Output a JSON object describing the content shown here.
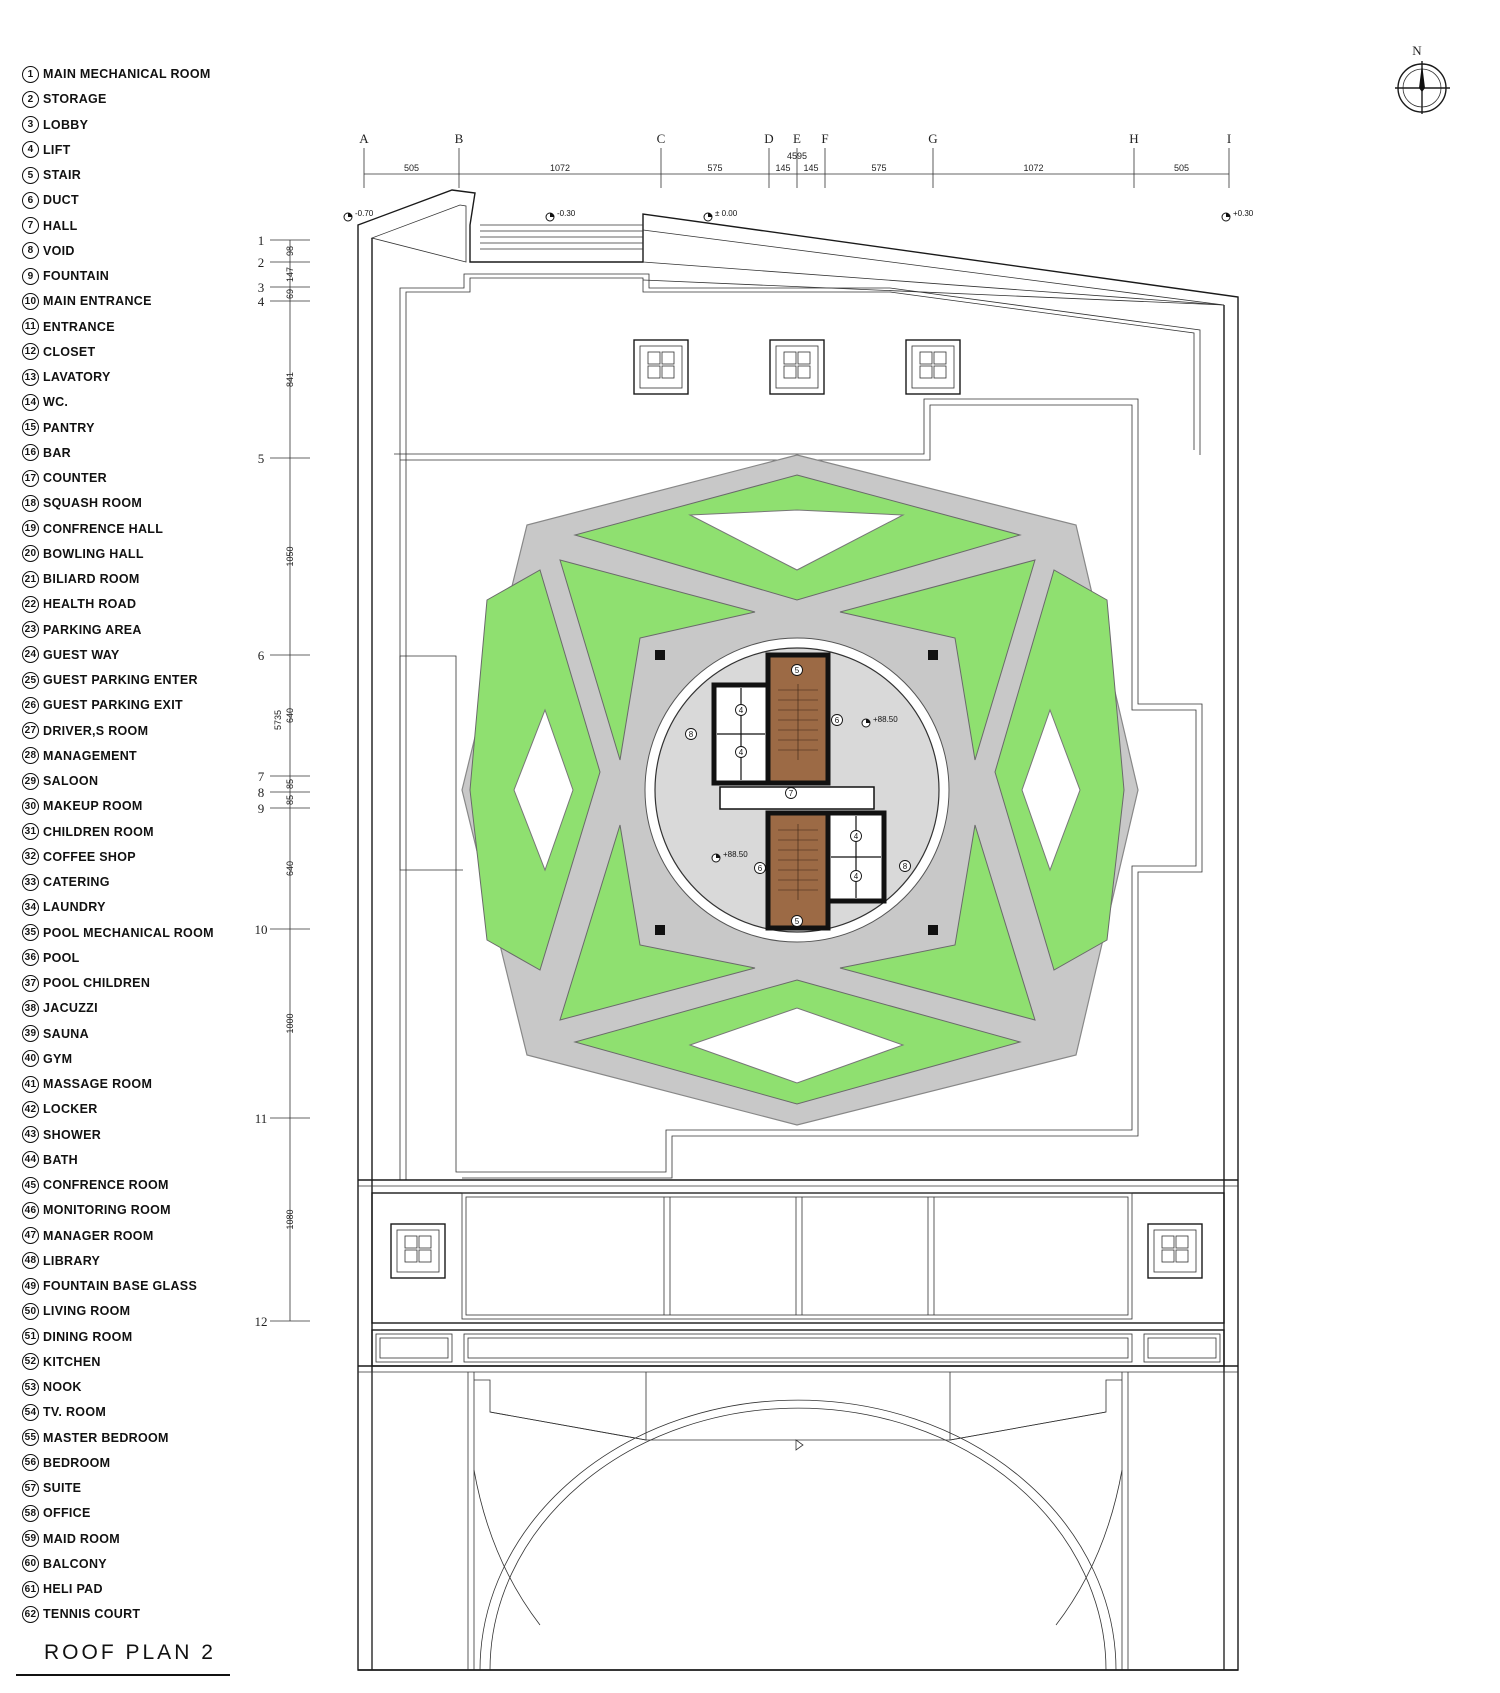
{
  "legend": [
    {
      "num": "1",
      "label": "MAIN MECHANICAL ROOM"
    },
    {
      "num": "2",
      "label": "STORAGE"
    },
    {
      "num": "3",
      "label": "LOBBY"
    },
    {
      "num": "4",
      "label": "LIFT"
    },
    {
      "num": "5",
      "label": "STAIR"
    },
    {
      "num": "6",
      "label": "DUCT"
    },
    {
      "num": "7",
      "label": "HALL"
    },
    {
      "num": "8",
      "label": "VOID"
    },
    {
      "num": "9",
      "label": "FOUNTAIN"
    },
    {
      "num": "10",
      "label": "MAIN ENTRANCE"
    },
    {
      "num": "11",
      "label": "ENTRANCE"
    },
    {
      "num": "12",
      "label": "CLOSET"
    },
    {
      "num": "13",
      "label": "LAVATORY"
    },
    {
      "num": "14",
      "label": "WC."
    },
    {
      "num": "15",
      "label": "PANTRY"
    },
    {
      "num": "16",
      "label": "BAR"
    },
    {
      "num": "17",
      "label": "COUNTER"
    },
    {
      "num": "18",
      "label": "SQUASH ROOM"
    },
    {
      "num": "19",
      "label": "CONFRENCE HALL"
    },
    {
      "num": "20",
      "label": "BOWLING HALL"
    },
    {
      "num": "21",
      "label": "BILIARD ROOM"
    },
    {
      "num": "22",
      "label": "HEALTH ROAD"
    },
    {
      "num": "23",
      "label": "PARKING AREA"
    },
    {
      "num": "24",
      "label": "GUEST WAY"
    },
    {
      "num": "25",
      "label": "GUEST PARKING ENTER"
    },
    {
      "num": "26",
      "label": "GUEST PARKING EXIT"
    },
    {
      "num": "27",
      "label": "DRIVER,S ROOM"
    },
    {
      "num": "28",
      "label": "MANAGEMENT"
    },
    {
      "num": "29",
      "label": "SALOON"
    },
    {
      "num": "30",
      "label": "MAKEUP ROOM"
    },
    {
      "num": "31",
      "label": "CHILDREN ROOM"
    },
    {
      "num": "32",
      "label": "COFFEE SHOP"
    },
    {
      "num": "33",
      "label": "CATERING"
    },
    {
      "num": "34",
      "label": "LAUNDRY"
    },
    {
      "num": "35",
      "label": "POOL MECHANICAL ROOM"
    },
    {
      "num": "36",
      "label": "POOL"
    },
    {
      "num": "37",
      "label": "POOL CHILDREN"
    },
    {
      "num": "38",
      "label": "JACUZZI"
    },
    {
      "num": "39",
      "label": "SAUNA"
    },
    {
      "num": "40",
      "label": "GYM"
    },
    {
      "num": "41",
      "label": "MASSAGE ROOM"
    },
    {
      "num": "42",
      "label": "LOCKER"
    },
    {
      "num": "43",
      "label": "SHOWER"
    },
    {
      "num": "44",
      "label": "BATH"
    },
    {
      "num": "45",
      "label": "CONFRENCE ROOM"
    },
    {
      "num": "46",
      "label": "MONITORING ROOM"
    },
    {
      "num": "47",
      "label": "MANAGER ROOM"
    },
    {
      "num": "48",
      "label": "LIBRARY"
    },
    {
      "num": "49",
      "label": "FOUNTAIN BASE GLASS"
    },
    {
      "num": "50",
      "label": "LIVING ROOM"
    },
    {
      "num": "51",
      "label": "DINING ROOM"
    },
    {
      "num": "52",
      "label": "KITCHEN"
    },
    {
      "num": "53",
      "label": "NOOK"
    },
    {
      "num": "54",
      "label": "TV. ROOM"
    },
    {
      "num": "55",
      "label": "MASTER BEDROOM"
    },
    {
      "num": "56",
      "label": "BEDROOM"
    },
    {
      "num": "57",
      "label": "SUITE"
    },
    {
      "num": "58",
      "label": "OFFICE"
    },
    {
      "num": "59",
      "label": "MAID ROOM"
    },
    {
      "num": "60",
      "label": "BALCONY"
    },
    {
      "num": "61",
      "label": "HELI PAD"
    },
    {
      "num": "62",
      "label": "TENNIS COURT"
    }
  ],
  "title": "ROOF PLAN 2",
  "north_label": "N",
  "grid_columns": [
    "A",
    "B",
    "C",
    "D",
    "E",
    "F",
    "G",
    "H",
    "I"
  ],
  "column_dims": [
    "505",
    "1072",
    "575",
    "145",
    "145",
    "575",
    "1072",
    "505"
  ],
  "column_total": "4595",
  "grid_rows": [
    "1",
    "2",
    "3",
    "4",
    "5",
    "6",
    "7",
    "8",
    "9",
    "10",
    "11",
    "12"
  ],
  "row_dims": [
    "98",
    "147",
    "69",
    "841",
    "1050",
    "640",
    "85",
    "85",
    "640",
    "1000",
    "1080"
  ],
  "row_total": "5735",
  "levels": [
    "-0.70",
    "-0.30",
    "± 0.00",
    "+0.30",
    "+88.50",
    "+88.50"
  ],
  "room_tags": [
    "4",
    "4",
    "4",
    "4",
    "5",
    "5",
    "6",
    "6",
    "7",
    "8",
    "8"
  ],
  "colors": {
    "green": "#8fe070",
    "walkway": "#c8c8c8",
    "stair": "#9c6a45",
    "line": "#1a1a1a"
  }
}
